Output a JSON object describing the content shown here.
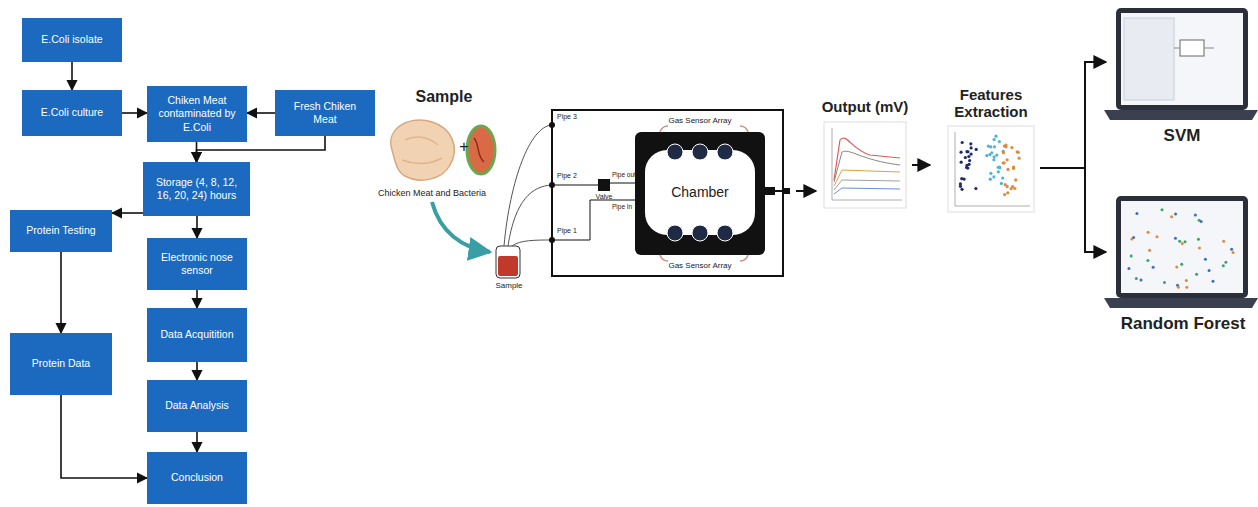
{
  "diagram": {
    "nodes": [
      {
        "text": [
          "E.Coli isolate"
        ]
      },
      {
        "text": [
          "E.Coli culture"
        ]
      },
      {
        "text": [
          "Chiken Meat contaminated by E.Coli"
        ]
      },
      {
        "text": [
          "Fresh Chiken Meat"
        ]
      },
      {
        "text": [
          "Storage (4, 8, 12, 16, 20, 24) hours"
        ]
      },
      {
        "text": [
          "Protein Testing"
        ]
      },
      {
        "text": [
          "Electronic nose sensor"
        ]
      },
      {
        "text": [
          "Protein Data"
        ]
      },
      {
        "text": [
          "Data Acquitition"
        ]
      },
      {
        "text": [
          "Data Analysis"
        ]
      },
      {
        "text": [
          "Conclusion"
        ]
      },
      {
        "text": [
          "Chamber"
        ]
      }
    ],
    "edges": [
      {
        "from": 0,
        "to": 1,
        "arrow": "to"
      },
      {
        "from": 1,
        "to": 2,
        "arrow": "to"
      },
      {
        "from": 3,
        "to": 2,
        "arrow": "to"
      },
      {
        "from": 2,
        "to": 4,
        "arrow": "to"
      },
      {
        "from": 3,
        "to": 4,
        "arrow": "to"
      },
      {
        "from": 4,
        "to": 5,
        "arrow": "to"
      },
      {
        "from": 4,
        "to": 6,
        "arrow": "to"
      },
      {
        "from": 5,
        "to": 7,
        "arrow": "to"
      },
      {
        "from": 7,
        "to": 10,
        "arrow": "to"
      },
      {
        "from": 6,
        "to": 8,
        "arrow": "to"
      },
      {
        "from": 8,
        "to": 9,
        "arrow": "to"
      },
      {
        "from": 9,
        "to": 10,
        "arrow": "to"
      }
    ],
    "labels": [
      "Sample",
      "+",
      "Chicken Meat and Bacteria",
      "Sample",
      "Pipe 3",
      "Pipe 2",
      "Pipe 1",
      "Valve",
      "Pipe out",
      "Pipe In",
      "Gas Sensor Array",
      "Gas Sensor Array",
      "Output (mV)",
      "Features Extraction",
      "SVM",
      "Random Forest"
    ]
  }
}
